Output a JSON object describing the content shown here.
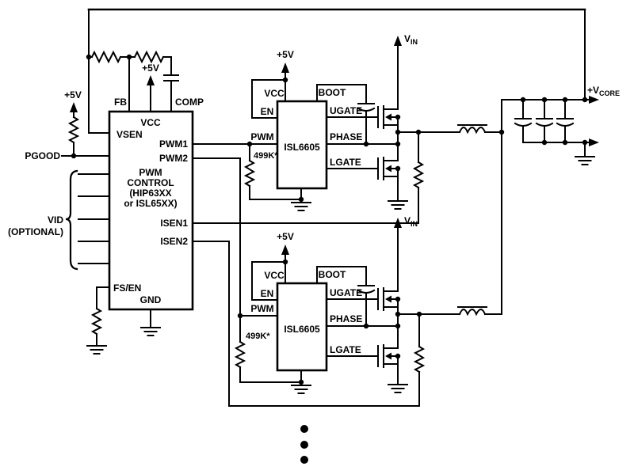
{
  "schematic": {
    "supplies": {
      "five_volt": "+5V",
      "vin_base": "V",
      "vin_sub": "IN",
      "vcore_base": "+V",
      "vcore_sub": "CORE"
    },
    "controller": {
      "title_lines": [
        "PWM",
        "CONTROL",
        "(HIP63XX",
        "or ISL65XX)"
      ],
      "pins": {
        "fb": "FB",
        "vcc": "VCC",
        "comp": "COMP",
        "vsen": "VSEN",
        "pwm1": "PWM1",
        "pwm2": "PWM2",
        "isen1": "ISEN1",
        "isen2": "ISEN2",
        "fs_en": "FS/EN",
        "gnd": "GND"
      },
      "pgood": "PGOOD",
      "vid_label": "VID",
      "vid_note": "(OPTIONAL)"
    },
    "driver1": {
      "name": "ISL6605",
      "pins": {
        "vcc": "VCC",
        "en": "EN",
        "pwm": "PWM",
        "boot": "BOOT",
        "ugate": "UGATE",
        "phase": "PHASE",
        "lgate": "LGATE"
      },
      "pwm_pulldown": "499K*"
    },
    "driver2": {
      "name": "ISL6605",
      "pins": {
        "vcc": "VCC",
        "en": "EN",
        "pwm": "PWM",
        "boot": "BOOT",
        "ugate": "UGATE",
        "phase": "PHASE",
        "lgate": "LGATE"
      },
      "pwm_pulldown": "499K*"
    }
  }
}
